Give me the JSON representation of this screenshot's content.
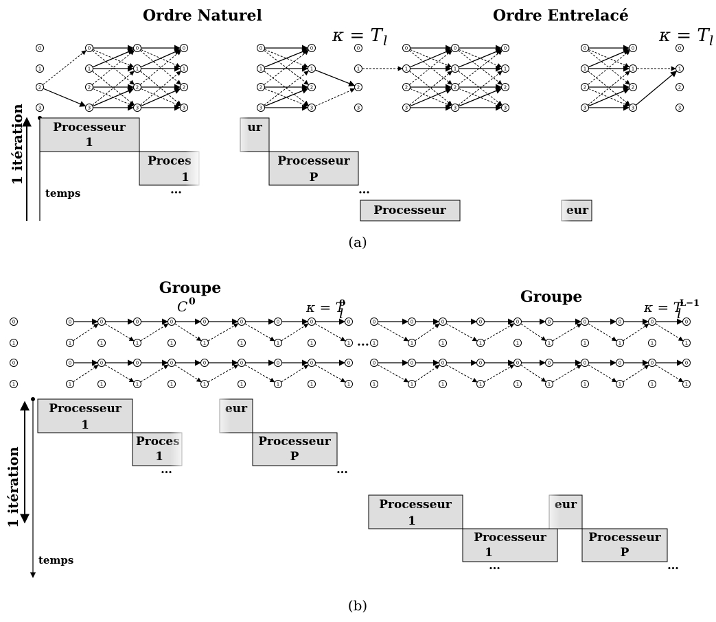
{
  "part_a": {
    "title_left": "Ordre Naturel",
    "title_right": "Ordre Entrelacé",
    "kappa_left": "κ = T",
    "kappa_left_sub": "l",
    "kappa_right": "κ = T",
    "kappa_right_sub": "l",
    "vertical_label": "1 itération",
    "time_label": "temps",
    "node_labels": [
      "0",
      "1",
      "2",
      "3"
    ],
    "blocks": [
      {
        "line1": "Processeur",
        "line2": "1"
      },
      {
        "line1": "ur",
        "line2": ""
      },
      {
        "line1": "Proces",
        "line2": "1"
      },
      {
        "line1": "Processeur",
        "line2": "P"
      },
      {
        "line1": "Processeur",
        "line2": ""
      },
      {
        "line1": "eur",
        "line2": ""
      }
    ],
    "caption": "(a)"
  },
  "part_b": {
    "title_left_line1": "Groupe",
    "title_left_line2": "C",
    "title_left_sup": "0",
    "title_right": "Groupe",
    "kappa_left": "κ = T",
    "kappa_left_sub": "l",
    "kappa_left_sup": "0",
    "kappa_right": "κ = T",
    "kappa_right_sub": "l",
    "kappa_right_sup": "L−1",
    "ellipsis": "...",
    "vertical_label": "1 itération",
    "time_label": "temps",
    "node_labels": [
      "0",
      "1"
    ],
    "blocks": [
      {
        "line1": "Processeur",
        "line2": "1"
      },
      {
        "line1": "eur",
        "line2": ""
      },
      {
        "line1": "Proces",
        "line2": "1"
      },
      {
        "line1": "Processeur",
        "line2": "P"
      },
      {
        "line1": "Processeur",
        "line2": "1"
      },
      {
        "line1": "eur",
        "line2": ""
      },
      {
        "line1": "Processeur",
        "line2": "1"
      },
      {
        "line1": "Processeur",
        "line2": "P"
      }
    ],
    "caption": "(b)"
  }
}
